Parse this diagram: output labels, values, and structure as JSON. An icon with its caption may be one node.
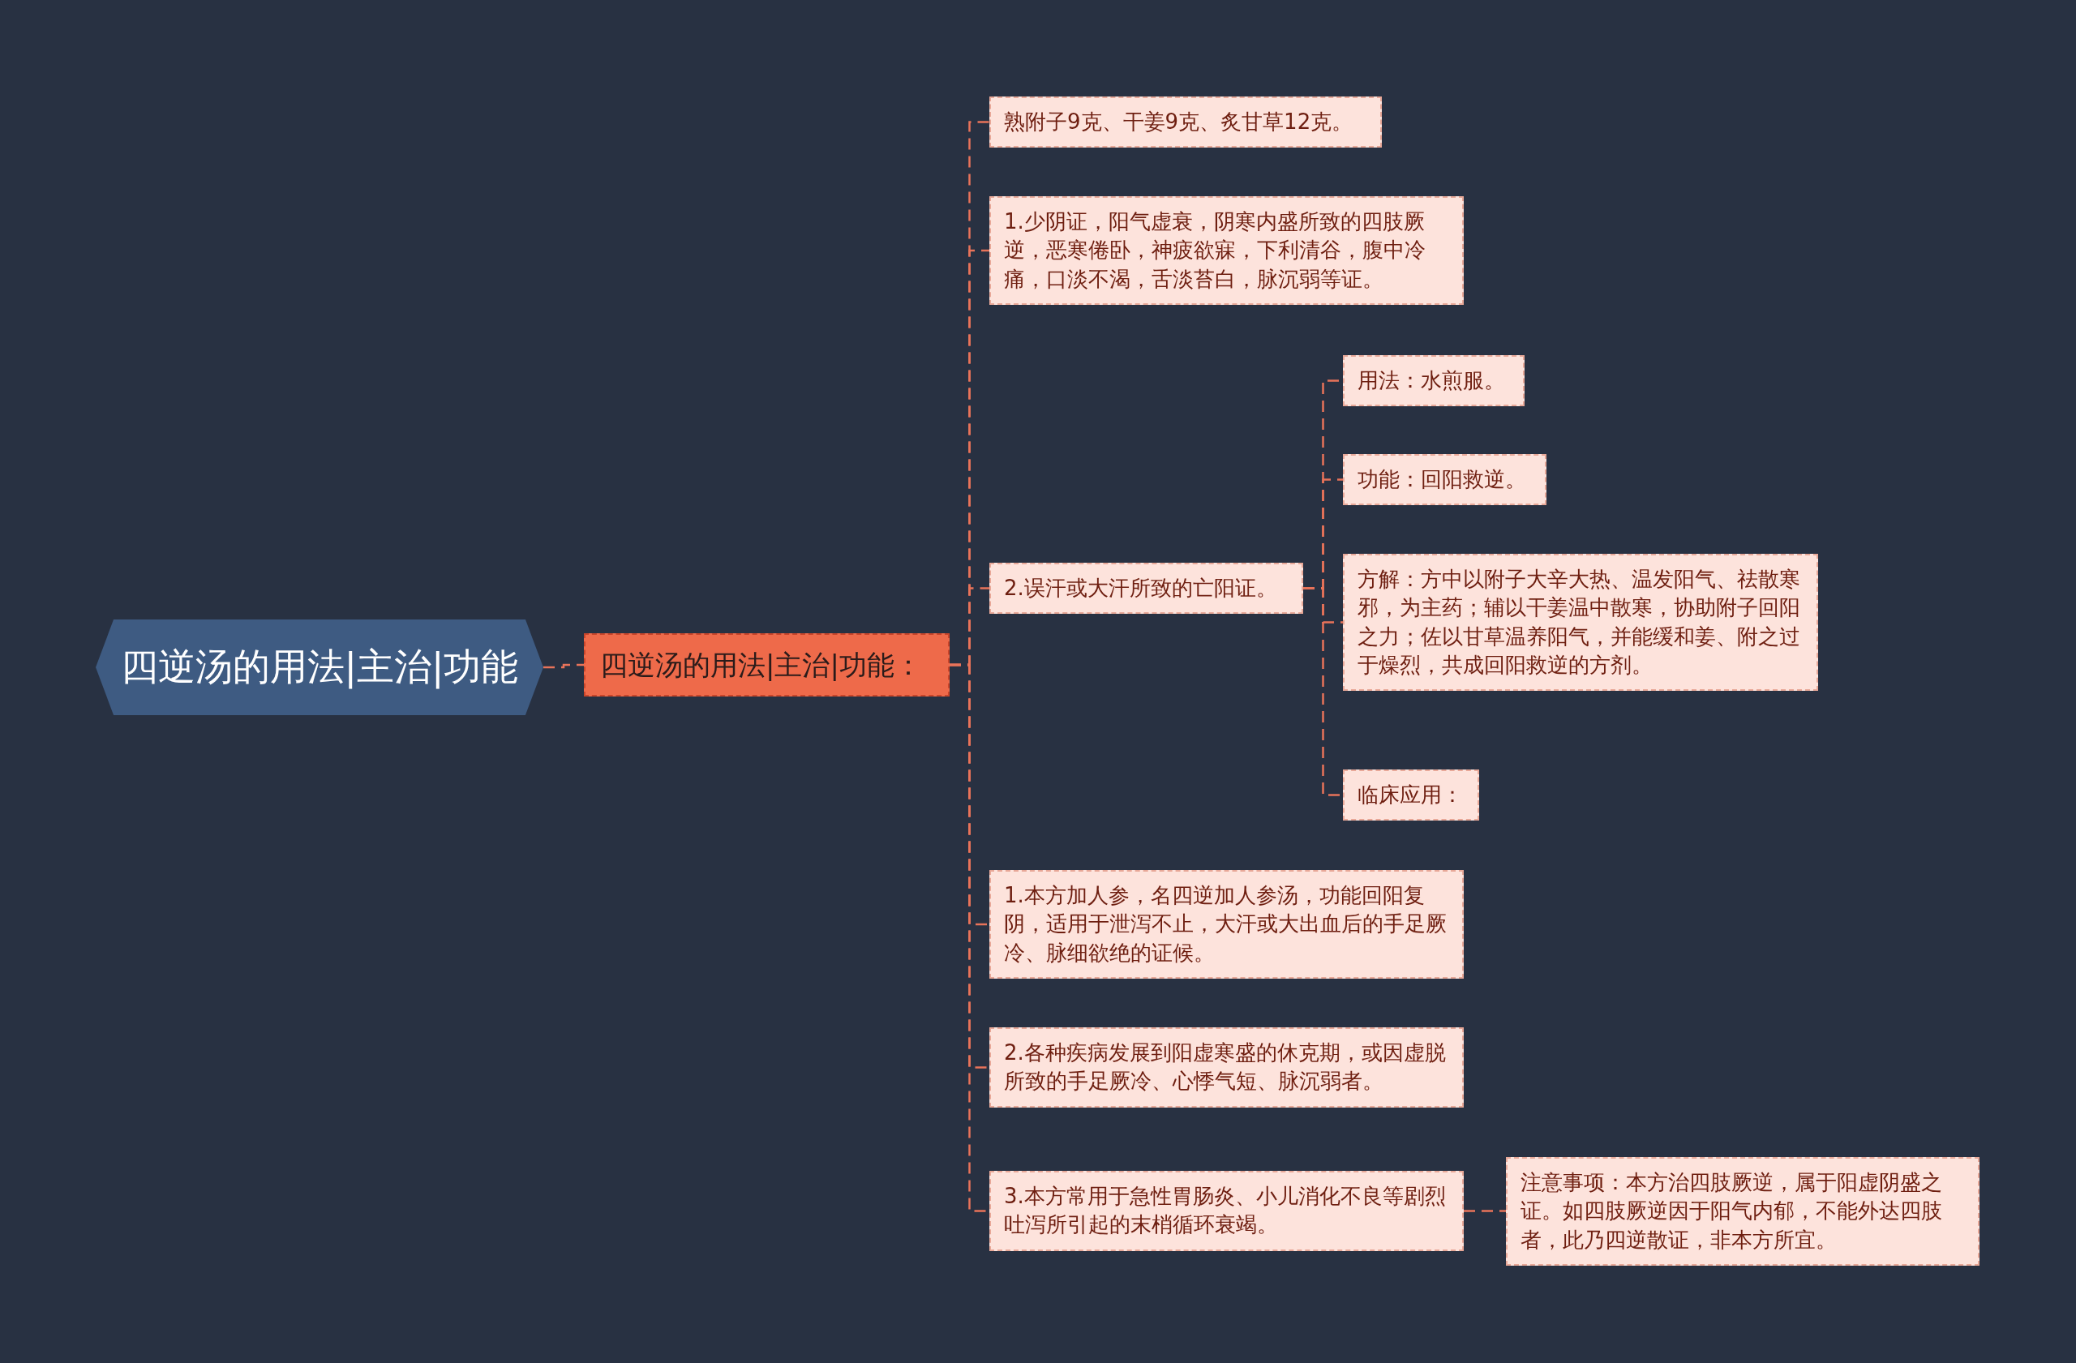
{
  "diagram": {
    "nodes": [
      {
        "text": [
          "四逆汤的用法|主治|功能"
        ]
      },
      {
        "text": [
          "四逆汤的用法|主治|功能："
        ]
      },
      {
        "text": [
          "熟附子9克、干姜9克、炙甘草12克。"
        ]
      },
      {
        "text": [
          "1.少阴证，阳气虚衰，阴寒内盛所致的四肢厥逆，恶寒倦卧，神疲欲寐，下利清谷，腹中冷痛，口淡不渴，舌淡苔白，脉沉弱等证。"
        ]
      },
      {
        "text": [
          "2.误汗或大汗所致的亡阳证。"
        ]
      },
      {
        "text": [
          "用法：水煎服。"
        ]
      },
      {
        "text": [
          "功能：回阳救逆。"
        ]
      },
      {
        "text": [
          "方解：方中以附子大辛大热、温发阳气、祛散寒邪，为主药；辅以干姜温中散寒，协助附子回阳之力；佐以甘草温养阳气，并能缓和姜、附之过于燥烈，共成回阳救逆的方剂。"
        ]
      },
      {
        "text": [
          "临床应用："
        ]
      },
      {
        "text": [
          "1.本方加人参，名四逆加人参汤，功能回阳复阴，适用于泄泻不止，大汗或大出血后的手足厥冷、脉细欲绝的证候。"
        ]
      },
      {
        "text": [
          "2.各种疾病发展到阳虚寒盛的休克期，或因虚脱所致的手足厥冷、心悸气短、脉沉弱者。"
        ]
      },
      {
        "text": [
          "3.本方常用于急性胃肠炎、小儿消化不良等剧烈吐泻所引起的末梢循环衰竭。"
        ]
      },
      {
        "text": [
          "注意事项：本方治四肢厥逆，属于阳虚阴盛之证。如四肢厥逆因于阳气内郁，不能外达四肢者，此乃四逆散证，非本方所宜。"
        ]
      }
    ],
    "edges": [
      {
        "from": 0,
        "to": 1,
        "arrow": "none"
      },
      {
        "from": 1,
        "to": 2,
        "arrow": "none"
      },
      {
        "from": 1,
        "to": 3,
        "arrow": "none"
      },
      {
        "from": 1,
        "to": 4,
        "arrow": "none"
      },
      {
        "from": 4,
        "to": 5,
        "arrow": "none"
      },
      {
        "from": 4,
        "to": 6,
        "arrow": "none"
      },
      {
        "from": 4,
        "to": 7,
        "arrow": "none"
      },
      {
        "from": 4,
        "to": 8,
        "arrow": "none"
      },
      {
        "from": 1,
        "to": 9,
        "arrow": "none"
      },
      {
        "from": 1,
        "to": 10,
        "arrow": "none"
      },
      {
        "from": 1,
        "to": 11,
        "arrow": "none"
      },
      {
        "from": 11,
        "to": 12,
        "arrow": "none"
      }
    ]
  }
}
